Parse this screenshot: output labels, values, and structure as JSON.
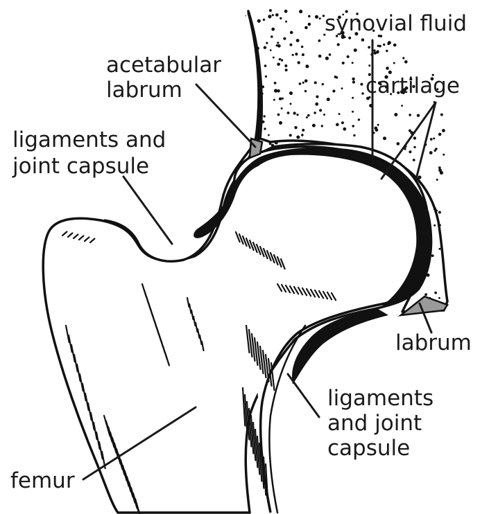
{
  "labels": {
    "synovial_fluid": "synovial fluid",
    "acetabular_labrum_line1": "acetabular",
    "acetabular_labrum_line2": "labrum",
    "cartilage": "cartilage",
    "ligaments_top_line1": "ligaments and",
    "ligaments_top_line2": "joint capsule",
    "labrum": "labrum",
    "ligaments_bottom_line1": "ligaments",
    "ligaments_bottom_line2": "and joint",
    "ligaments_bottom_line3": "capsule",
    "femur": "femur"
  },
  "colors": {
    "ink": "#111111",
    "labrum_fill": "#9a9a9a",
    "background": "#ffffff"
  }
}
